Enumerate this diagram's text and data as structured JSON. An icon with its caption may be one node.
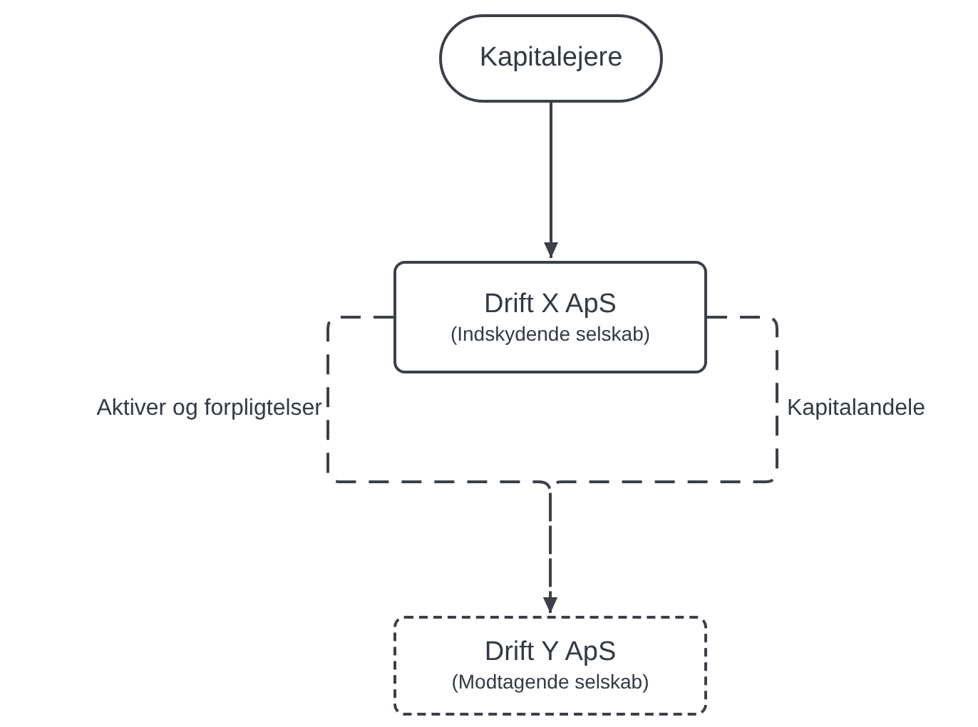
{
  "diagram": {
    "nodes": [
      {
        "text": [
          "Kapitalejere"
        ]
      },
      {
        "text": [
          "Drift X ApS",
          "(Indskydende selskab)"
        ]
      },
      {
        "text": [
          "Drift Y ApS",
          "(Modtagende selskab)"
        ]
      }
    ],
    "edges": [
      {
        "from": 0,
        "to": 1,
        "arrow": "to"
      },
      {
        "from": 1,
        "to": 2,
        "arrow": "to",
        "style": "dashed",
        "label": "Aktiver og forpligtelser"
      },
      {
        "from": 1,
        "to": 2,
        "arrow": "to",
        "style": "dashed",
        "label": "Kapitalandele"
      }
    ]
  }
}
